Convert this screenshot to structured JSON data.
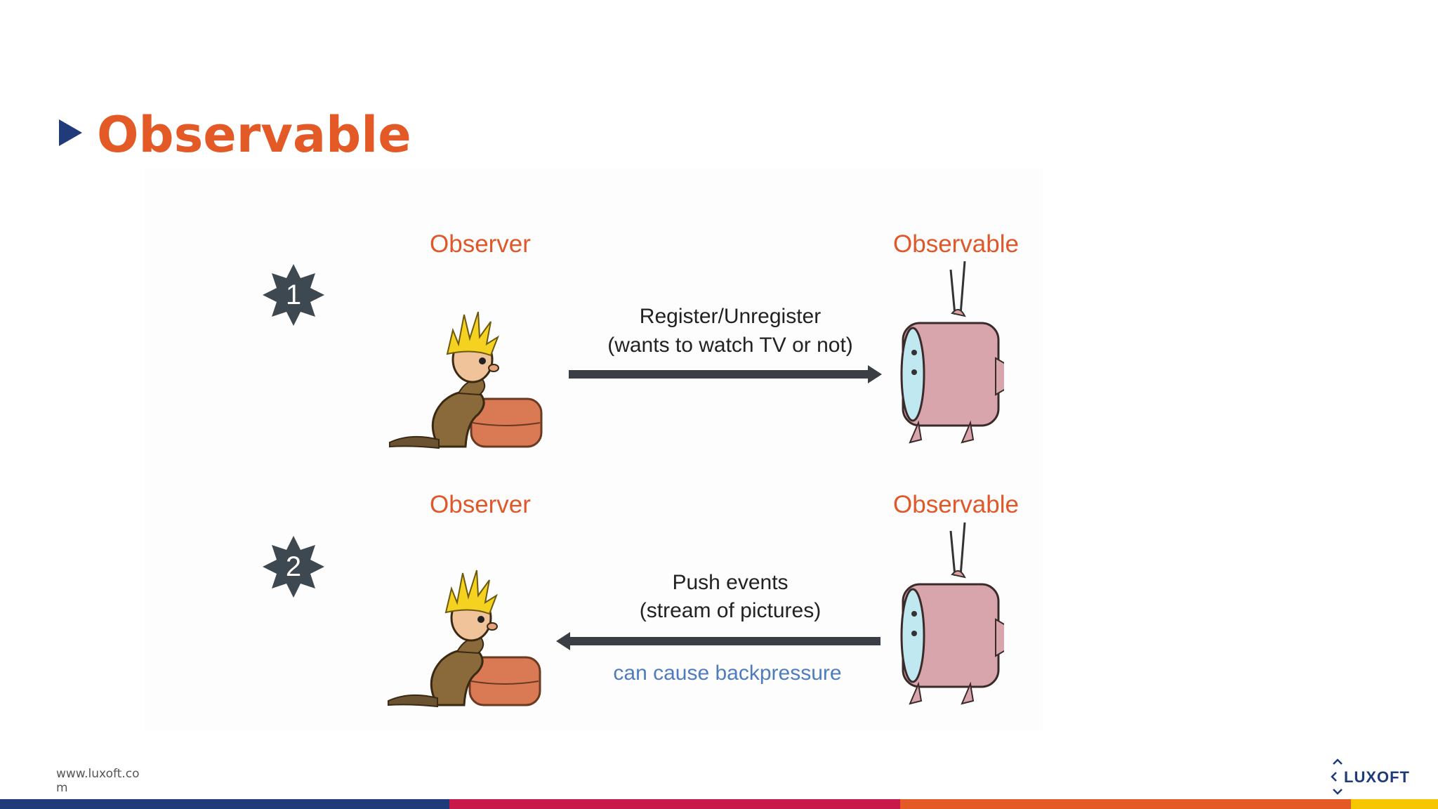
{
  "slide": {
    "title": "Observable"
  },
  "diagram": {
    "row1": {
      "step": "1",
      "observer_label": "Observer",
      "observable_label": "Observable",
      "message_line1": "Register/Unregister",
      "message_line2": "(wants to watch TV or not)",
      "direction": "observer-to-observable"
    },
    "row2": {
      "step": "2",
      "observer_label": "Observer",
      "observable_label": "Observable",
      "message_line1": "Push events",
      "message_line2": "(stream of pictures)",
      "note": "can cause backpressure",
      "direction": "observable-to-observer"
    }
  },
  "footer": {
    "url": "www.luxoft.com",
    "logo": "LUXOFT"
  },
  "colors": {
    "title": "#e35a26",
    "bullet": "#1f3b7a",
    "role_label": "#e0582a",
    "step_badge": "#3e4850",
    "arrow": "#3a3f45",
    "note": "#4f7cbf",
    "stripe": [
      "#1f3b7a",
      "#c8194b",
      "#e35a26",
      "#f6c700"
    ]
  }
}
